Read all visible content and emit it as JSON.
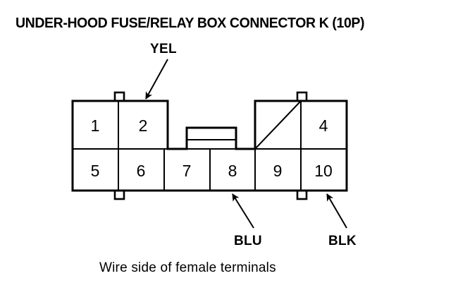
{
  "title": "UNDER-HOOD FUSE/RELAY BOX CONNECTOR K (10P)",
  "caption": "Wire side of female terminals",
  "colors": {
    "background": "#ffffff",
    "line": "#000000",
    "text": "#000000"
  },
  "connector": {
    "name": "CONNECTOR K",
    "pin_count": "10P",
    "rows": [
      {
        "name": "top-row",
        "cells": [
          {
            "label": "1",
            "blanked": false
          },
          {
            "label": "2",
            "blanked": false
          },
          {
            "label": "",
            "blanked": true
          },
          {
            "label": "4",
            "blanked": false
          }
        ]
      },
      {
        "name": "bottom-row",
        "cells": [
          {
            "label": "5",
            "blanked": false
          },
          {
            "label": "6",
            "blanked": false
          },
          {
            "label": "7",
            "blanked": false
          },
          {
            "label": "8",
            "blanked": false
          },
          {
            "label": "9",
            "blanked": false
          },
          {
            "label": "10",
            "blanked": false
          }
        ]
      }
    ]
  },
  "wire_labels": [
    {
      "name": "yel",
      "text": "YEL",
      "points_to_terminal": "2"
    },
    {
      "name": "blu",
      "text": "BLU",
      "points_to_terminal": "8"
    },
    {
      "name": "blk",
      "text": "BLK",
      "points_to_terminal": "10"
    }
  ]
}
